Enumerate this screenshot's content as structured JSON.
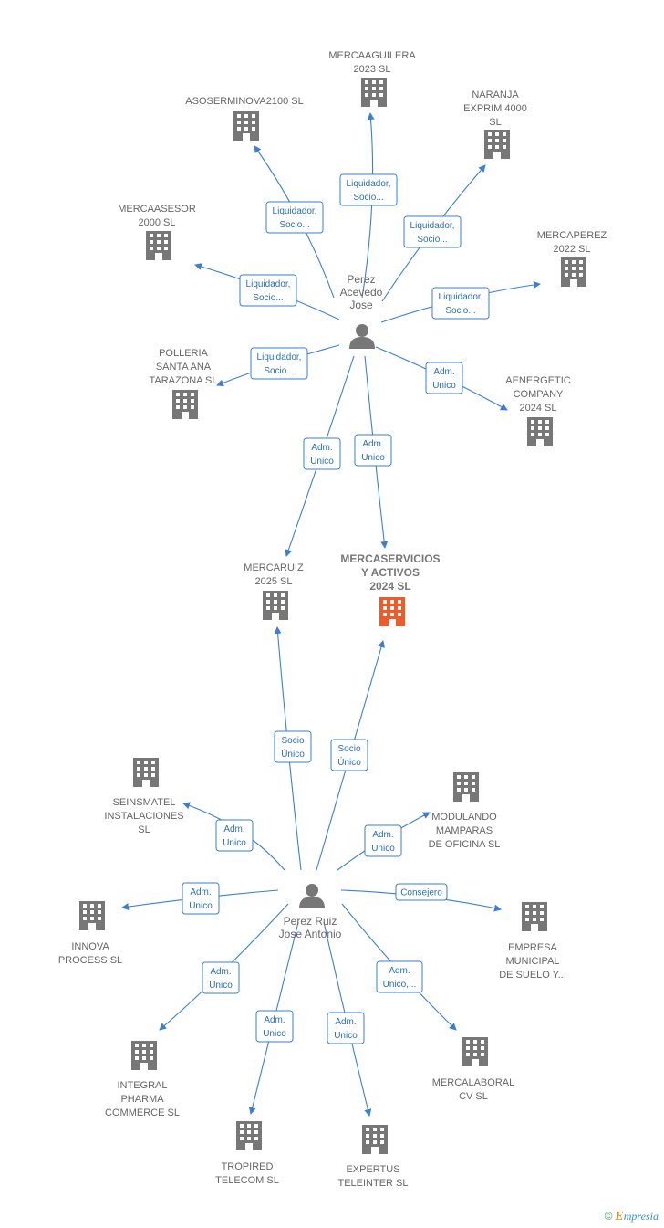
{
  "colors": {
    "edge": "#3a7fd5",
    "building": "#777777",
    "building_main": "#f05a28",
    "person": "#777777",
    "label": "#666666",
    "edge_label_border": "#3a7fd5",
    "edge_label_text": "#2a6fb8"
  },
  "persons": [
    {
      "id": "p1",
      "lines": [
        "Perez",
        "Acevedo",
        "Jose"
      ]
    },
    {
      "id": "p2",
      "lines": [
        "Perez Ruiz",
        "Jose Antonio"
      ]
    }
  ],
  "companies": [
    {
      "id": "c_mercaaguilera",
      "lines": [
        "MERCAAGUILERA",
        "2023  SL"
      ]
    },
    {
      "id": "c_asoserminova",
      "lines": [
        "ASOSERMINOVA2100 SL"
      ]
    },
    {
      "id": "c_naranja",
      "lines": [
        "NARANJA",
        "EXPRIM 4000",
        "SL"
      ]
    },
    {
      "id": "c_mercaasesor",
      "lines": [
        "MERCAASESOR",
        "2000  SL"
      ]
    },
    {
      "id": "c_mercaperez",
      "lines": [
        "MERCAPEREZ",
        "2022  SL"
      ]
    },
    {
      "id": "c_polleria",
      "lines": [
        "POLLERIA",
        "SANTA ANA",
        "TARAZONA  SL"
      ]
    },
    {
      "id": "c_aenergetic",
      "lines": [
        "AENERGETIC",
        "COMPANY",
        "2024  SL"
      ]
    },
    {
      "id": "c_mercaruiz",
      "lines": [
        "MERCARUIZ",
        "2025  SL"
      ]
    },
    {
      "id": "c_mercaservicios",
      "lines": [
        "MERCASERVICIOS",
        "Y ACTIVOS",
        "2024  SL"
      ],
      "main": true
    },
    {
      "id": "c_seinsmatel",
      "lines": [
        "SEINSMATEL",
        "INSTALACIONES",
        "SL"
      ]
    },
    {
      "id": "c_modulando",
      "lines": [
        "MODULANDO",
        "MAMPARAS",
        "DE OFICINA  SL"
      ]
    },
    {
      "id": "c_innova",
      "lines": [
        "INNOVA",
        "PROCESS  SL"
      ]
    },
    {
      "id": "c_empresa",
      "lines": [
        "EMPRESA",
        "MUNICIPAL",
        "DE SUELO Y..."
      ]
    },
    {
      "id": "c_integral",
      "lines": [
        "INTEGRAL",
        "PHARMA",
        "COMMERCE  SL"
      ]
    },
    {
      "id": "c_mercalaboral",
      "lines": [
        "MERCALABORAL",
        "CV  SL"
      ]
    },
    {
      "id": "c_tropired",
      "lines": [
        "TROPIRED",
        "TELECOM  SL"
      ]
    },
    {
      "id": "c_expertus",
      "lines": [
        "EXPERTUS",
        "TELEINTER  SL"
      ]
    }
  ],
  "edges": [
    {
      "from": "p1",
      "to": "c_mercaaguilera",
      "label": [
        "Liquidador,",
        "Socio..."
      ]
    },
    {
      "from": "p1",
      "to": "c_asoserminova",
      "label": [
        "Liquidador,",
        "Socio..."
      ]
    },
    {
      "from": "p1",
      "to": "c_naranja",
      "label": [
        "Liquidador,",
        "Socio..."
      ]
    },
    {
      "from": "p1",
      "to": "c_mercaasesor",
      "label": [
        "Liquidador,",
        "Socio..."
      ]
    },
    {
      "from": "p1",
      "to": "c_mercaperez",
      "label": [
        "Liquidador,",
        "Socio..."
      ]
    },
    {
      "from": "p1",
      "to": "c_polleria",
      "label": [
        "Liquidador,",
        "Socio..."
      ]
    },
    {
      "from": "p1",
      "to": "c_aenergetic",
      "label": [
        "Adm.",
        "Unico"
      ]
    },
    {
      "from": "p1",
      "to": "c_mercaruiz",
      "label": [
        "Adm.",
        "Unico"
      ]
    },
    {
      "from": "p1",
      "to": "c_mercaservicios",
      "label": [
        "Adm.",
        "Unico"
      ]
    },
    {
      "from": "p2",
      "to": "c_mercaruiz",
      "label": [
        "Socio",
        "Único"
      ]
    },
    {
      "from": "p2",
      "to": "c_mercaservicios",
      "label": [
        "Socio",
        "Único"
      ]
    },
    {
      "from": "p2",
      "to": "c_seinsmatel",
      "label": [
        "Adm.",
        "Unico"
      ]
    },
    {
      "from": "p2",
      "to": "c_modulando",
      "label": [
        "Adm.",
        "Unico"
      ]
    },
    {
      "from": "p2",
      "to": "c_innova",
      "label": [
        "Adm.",
        "Unico"
      ]
    },
    {
      "from": "p2",
      "to": "c_empresa",
      "label": [
        "Consejero"
      ]
    },
    {
      "from": "p2",
      "to": "c_integral",
      "label": [
        "Adm.",
        "Unico"
      ]
    },
    {
      "from": "p2",
      "to": "c_mercalaboral",
      "label": [
        "Adm.",
        "Unico,..."
      ]
    },
    {
      "from": "p2",
      "to": "c_tropired",
      "label": [
        "Adm.",
        "Unico"
      ]
    },
    {
      "from": "p2",
      "to": "c_expertus",
      "label": [
        "Adm.",
        "Unico"
      ]
    }
  ],
  "footer": {
    "copyright": "©",
    "brand_initial": "E",
    "brand_rest": "mpresia"
  }
}
